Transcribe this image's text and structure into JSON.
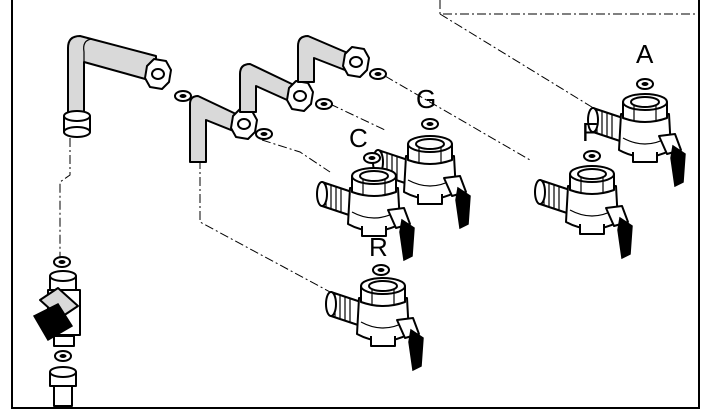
{
  "labels": {
    "a": "A",
    "g": "G",
    "c": "C",
    "f": "F",
    "r": "R"
  }
}
